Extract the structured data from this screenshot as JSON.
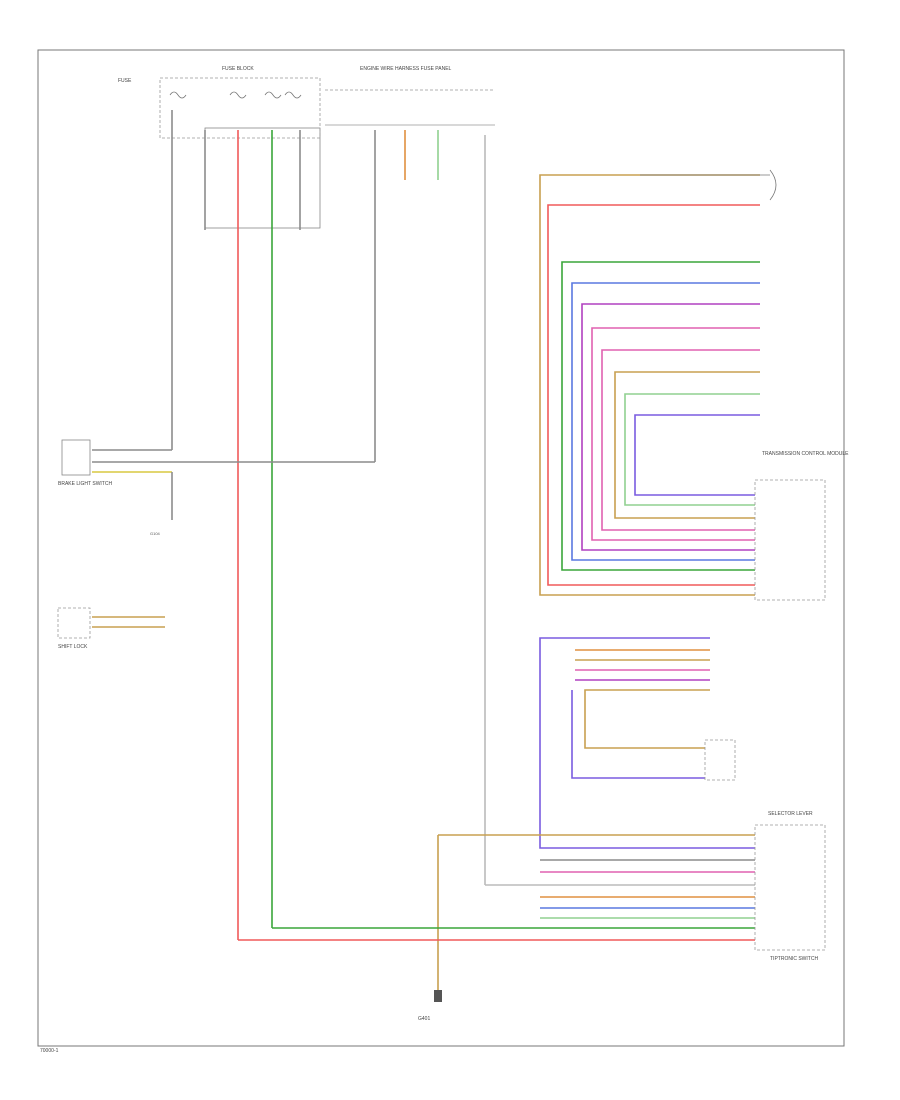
{
  "page_id": "70000-1",
  "colors": {
    "red": "#f05a5a",
    "green": "#3aa63a",
    "gray": "#8c8c8c",
    "tan": "#c8a050",
    "violet": "#7a5ce0",
    "blue": "#5a78e0",
    "pink": "#e060b0",
    "lightgreen": "#90d090",
    "magenta": "#b040c0",
    "orange": "#e09040",
    "yellow": "#d8c840",
    "black": "#404040"
  },
  "labels": {
    "fuse_left": "FUSE",
    "fuse_center": "FUSE BLOCK",
    "relay_panel": "ENGINE WIRE HARNESS FUSE PANEL",
    "ground_bottom": "G401",
    "ground_left": "G104",
    "brake_switch": "BRAKE LIGHT SWITCH",
    "shift_lock": "SHIFT LOCK",
    "tcm": "TRANSMISSION CONTROL MODULE",
    "selector": "SELECTOR LEVER",
    "tiptronic": "TIPTRONIC SWITCH"
  }
}
